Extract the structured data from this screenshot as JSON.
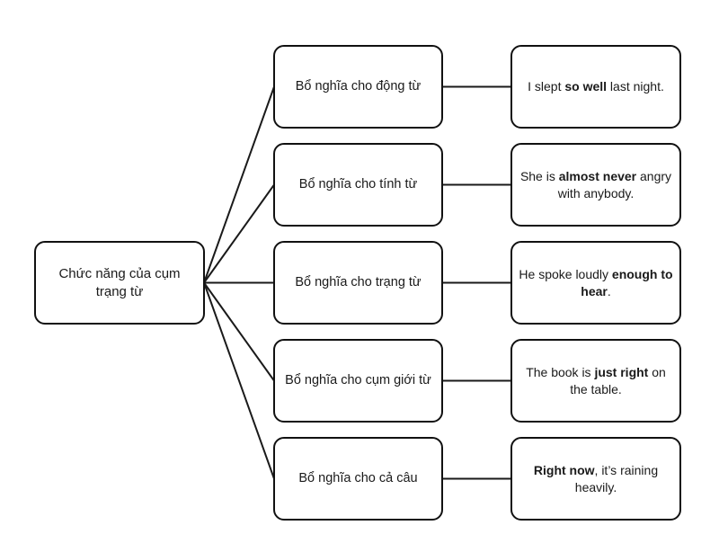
{
  "root": {
    "label": "Chức năng của cụm trạng từ"
  },
  "rows": [
    {
      "function": "Bổ nghĩa cho động từ",
      "example": [
        {
          "text": "I slept ",
          "bold": false
        },
        {
          "text": "so well",
          "bold": true
        },
        {
          "text": " last night.",
          "bold": false
        }
      ]
    },
    {
      "function": "Bổ nghĩa cho tính từ",
      "example": [
        {
          "text": "She is ",
          "bold": false
        },
        {
          "text": "almost never",
          "bold": true
        },
        {
          "text": " angry with anybody.",
          "bold": false
        }
      ]
    },
    {
      "function": "Bổ nghĩa cho trạng từ",
      "example": [
        {
          "text": "He spoke loudly ",
          "bold": false
        },
        {
          "text": "enough to hear",
          "bold": true
        },
        {
          "text": ".",
          "bold": false
        }
      ]
    },
    {
      "function": "Bổ nghĩa cho cụm giới từ",
      "example": [
        {
          "text": "The book is ",
          "bold": false
        },
        {
          "text": "just right",
          "bold": true
        },
        {
          "text": " on the table.",
          "bold": false
        }
      ]
    },
    {
      "function": "Bổ nghĩa cho cả câu",
      "example": [
        {
          "text": "Right now",
          "bold": true
        },
        {
          "text": ", it’s raining heavily.",
          "bold": false
        }
      ]
    }
  ],
  "colors": {
    "background": "#ffffff",
    "node_border": "#111111",
    "connector": "#1a1a1a",
    "text": "#1a1a1a"
  }
}
